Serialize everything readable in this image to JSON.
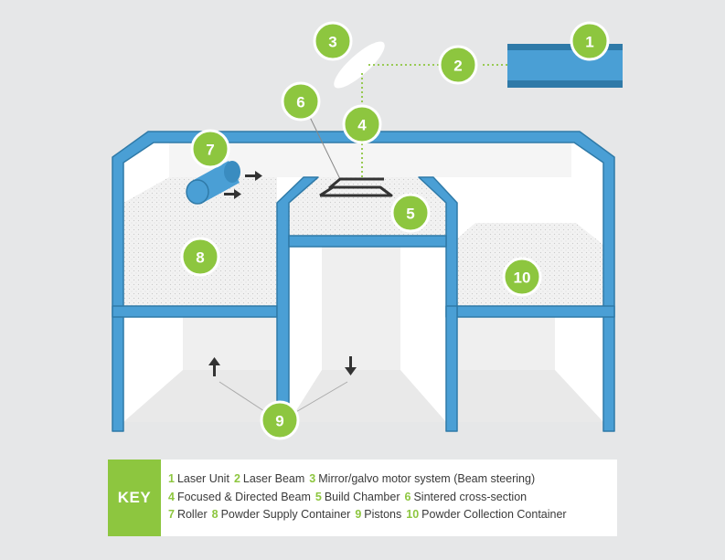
{
  "colors": {
    "background": "#e6e7e8",
    "frame_blue": "#4a9fd5",
    "frame_blue_dark": "#2f7aa8",
    "badge_green": "#8dc63f",
    "powder": "#f1f1f1",
    "wall_white": "#ffffff",
    "arrow_dark": "#333333"
  },
  "badges": {
    "b1": "1",
    "b2": "2",
    "b3": "3",
    "b4": "4",
    "b5": "5",
    "b6": "6",
    "b7": "7",
    "b8": "8",
    "b9": "9",
    "b10": "10"
  },
  "key": {
    "title": "KEY",
    "rows": [
      [
        {
          "num": "1",
          "label": "Laser Unit"
        },
        {
          "num": "2",
          "label": "Laser Beam"
        },
        {
          "num": "3",
          "label": "Mirror/galvo motor system (Beam steering)"
        }
      ],
      [
        {
          "num": "4",
          "label": "Focused & Directed Beam"
        },
        {
          "num": "5",
          "label": "Build Chamber"
        },
        {
          "num": "6",
          "label": "Sintered cross-section"
        }
      ],
      [
        {
          "num": "7",
          "label": "Roller"
        },
        {
          "num": "8",
          "label": "Powder Supply Container"
        },
        {
          "num": "9",
          "label": "Pistons"
        },
        {
          "num": "10",
          "label": "Powder Collection Container"
        }
      ]
    ]
  }
}
